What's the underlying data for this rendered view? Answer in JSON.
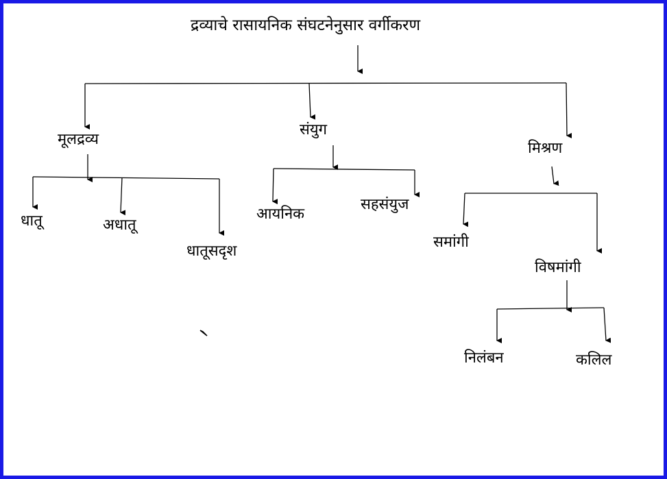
{
  "diagram": {
    "title": "द्रव्याचे रासायनिक संघटनेनुसार वर्गीकरण",
    "nodes": {
      "element": "मूलद्रव्य",
      "compound": "संयुग",
      "mixture": "मिश्रण",
      "metal": "धातू",
      "nonmetal": "अधातू",
      "metalloid": "धातूसदृश",
      "ionic": "आयनिक",
      "covalent": "सहसंयुज",
      "homogeneous": "समांगी",
      "heterogeneous": "विषमांगी",
      "suspension": "निलंबन",
      "colloid": "कलिल"
    }
  },
  "colors": {
    "border": "#1a1ae6",
    "lines": "#000000"
  }
}
